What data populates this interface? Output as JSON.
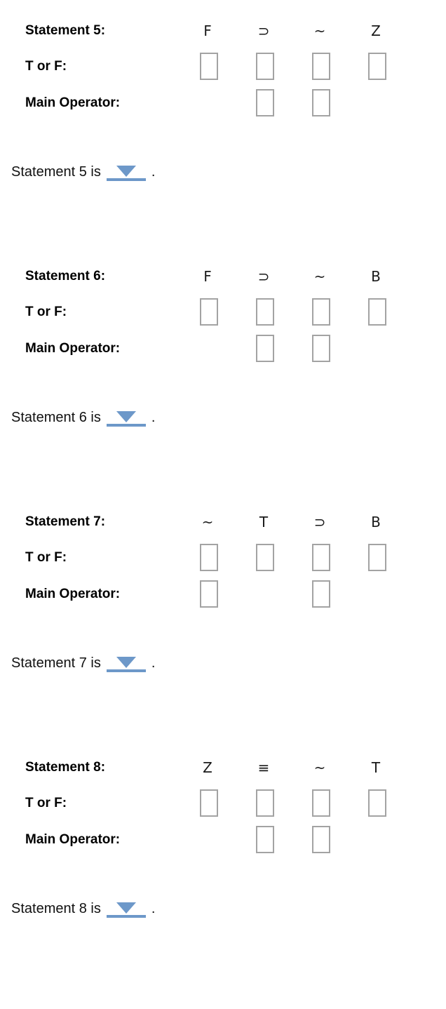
{
  "theme": {
    "accent": "#6d98c9",
    "box_border": "#a3a3a3",
    "text": "#000000",
    "background": "#ffffff"
  },
  "column_x": [
    285,
    365,
    445,
    525
  ],
  "labels": {
    "t_or_f": "T or F:",
    "main_operator": "Main Operator:"
  },
  "dropdown": {
    "icon": "chevron-down-icon",
    "selected_value": ""
  },
  "statements": [
    {
      "id": 5,
      "title": "Statement 5:",
      "symbols": [
        "F",
        "⊃",
        "~",
        "Z"
      ],
      "tf_boxes": [
        true,
        true,
        true,
        true
      ],
      "main_operator_boxes": [
        false,
        true,
        true,
        false
      ],
      "sentence_prefix": "Statement 5 is",
      "sentence_suffix": "."
    },
    {
      "id": 6,
      "title": "Statement 6:",
      "symbols": [
        "F",
        "⊃",
        "~",
        "B"
      ],
      "tf_boxes": [
        true,
        true,
        true,
        true
      ],
      "main_operator_boxes": [
        false,
        true,
        true,
        false
      ],
      "sentence_prefix": "Statement 6 is",
      "sentence_suffix": "."
    },
    {
      "id": 7,
      "title": "Statement 7:",
      "symbols": [
        "~",
        "T",
        "⊃",
        "B"
      ],
      "tf_boxes": [
        true,
        true,
        true,
        true
      ],
      "main_operator_boxes": [
        true,
        false,
        true,
        false
      ],
      "sentence_prefix": "Statement 7 is",
      "sentence_suffix": "."
    },
    {
      "id": 8,
      "title": "Statement 8:",
      "symbols": [
        "Z",
        "≡",
        "~",
        "T"
      ],
      "tf_boxes": [
        true,
        true,
        true,
        true
      ],
      "main_operator_boxes": [
        false,
        true,
        true,
        false
      ],
      "sentence_prefix": "Statement 8 is",
      "sentence_suffix": "."
    }
  ]
}
